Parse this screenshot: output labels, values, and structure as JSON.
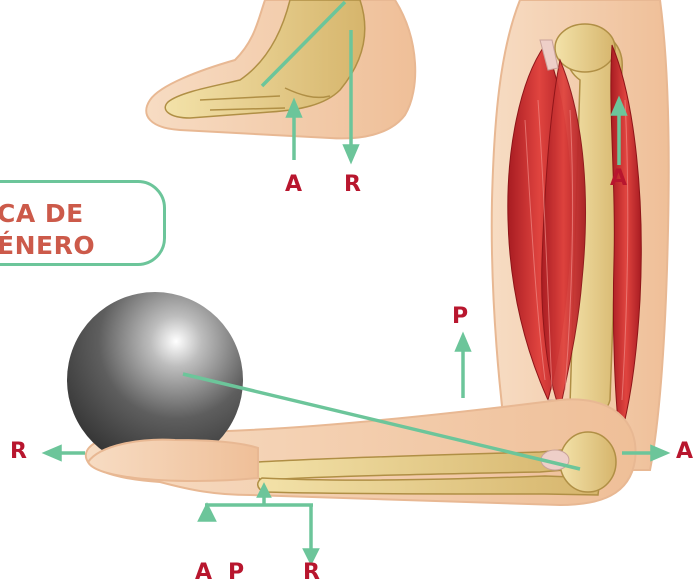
{
  "title_box": {
    "line1": "CA DE",
    "line2": "ÉNERO"
  },
  "labels": {
    "foot_a": "A",
    "foot_r": "R",
    "bicep_a": "A",
    "forearm_p": "P",
    "hand_r": "R",
    "elbow_a": "A",
    "bottom_a": "A",
    "bottom_p": "P",
    "bottom_r": "R"
  },
  "colors": {
    "arrow": "#6cc59a",
    "label": "#b8162e",
    "title_text": "#cc5a4a",
    "skin": "#f3c9a4",
    "bone": "#e7cd8a",
    "muscle": "#c8272c",
    "ball": "#5a5a5a"
  },
  "icons": {
    "ball": "weight-ball-icon",
    "foot": "foot-skeleton-icon",
    "arm": "arm-skeleton-icon"
  }
}
